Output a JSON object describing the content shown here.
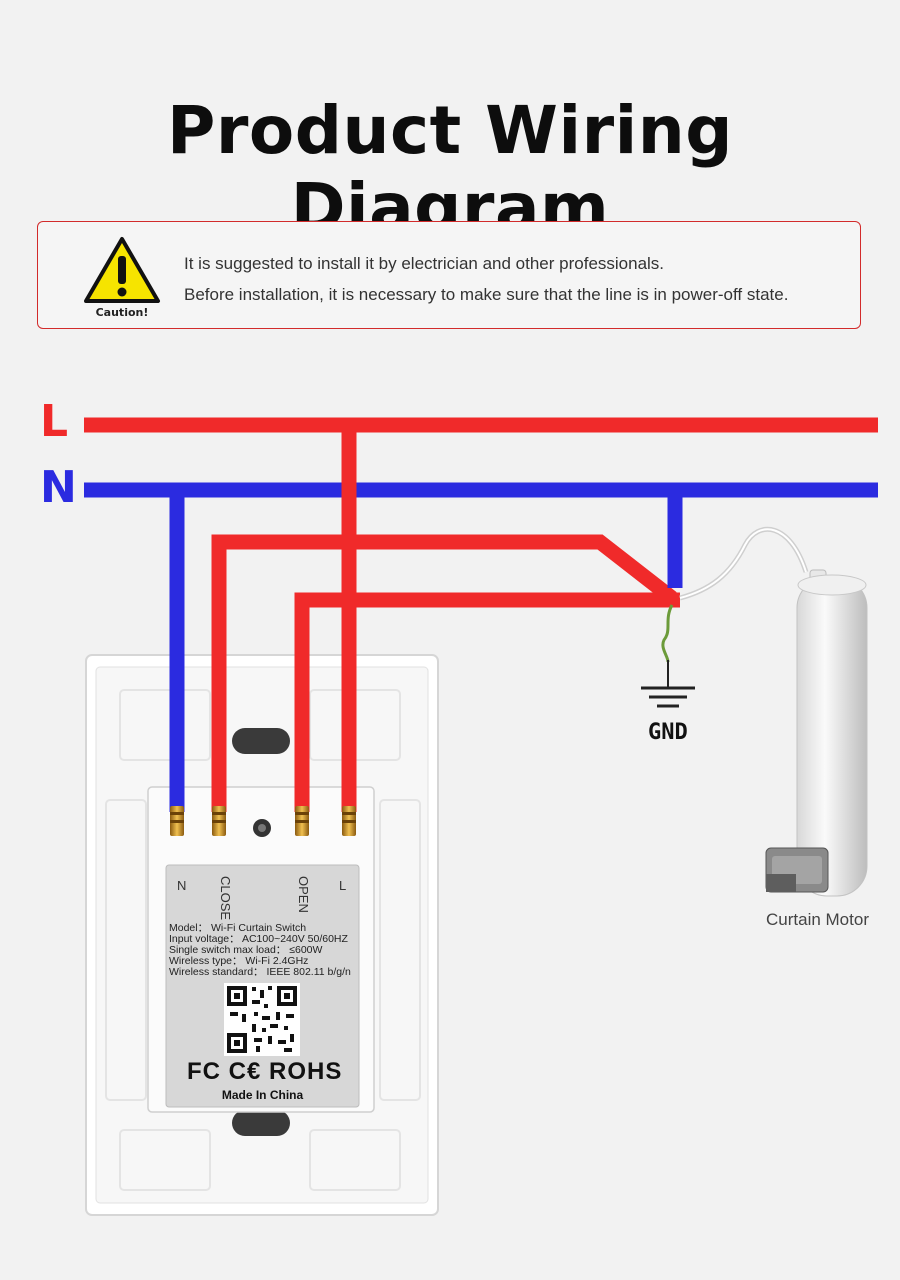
{
  "title": "Product Wiring Diagram",
  "caution": {
    "label": "Caution!",
    "lines": [
      "It is suggested to install it by electrician and other professionals.",
      "Before installation, it is necessary to make sure that the line is in power-off state."
    ]
  },
  "lines": {
    "live": "L",
    "neutral": "N"
  },
  "terminals": {
    "n": "N",
    "close": "CLOSE",
    "open": "OPEN",
    "l": "L"
  },
  "spec_label": [
    "Model： Wi-Fi Curtain Switch",
    "Input voltage： AC100~240V  50/60HZ",
    "Single switch max load： ≤600W",
    "Wireless type： Wi-Fi 2.4GHz",
    "Wireless standard： IEEE 802.11 b/g/n"
  ],
  "certifications": "FC C€ ROHS",
  "made_in": "Made In China",
  "ground_label": "GND",
  "motor_label": "Curtain Motor",
  "colors": {
    "live_wire": "#f02a2a",
    "neutral_wire": "#2b2be0",
    "caution_border": "#d22b2b",
    "warning_yellow": "#f6e400"
  }
}
